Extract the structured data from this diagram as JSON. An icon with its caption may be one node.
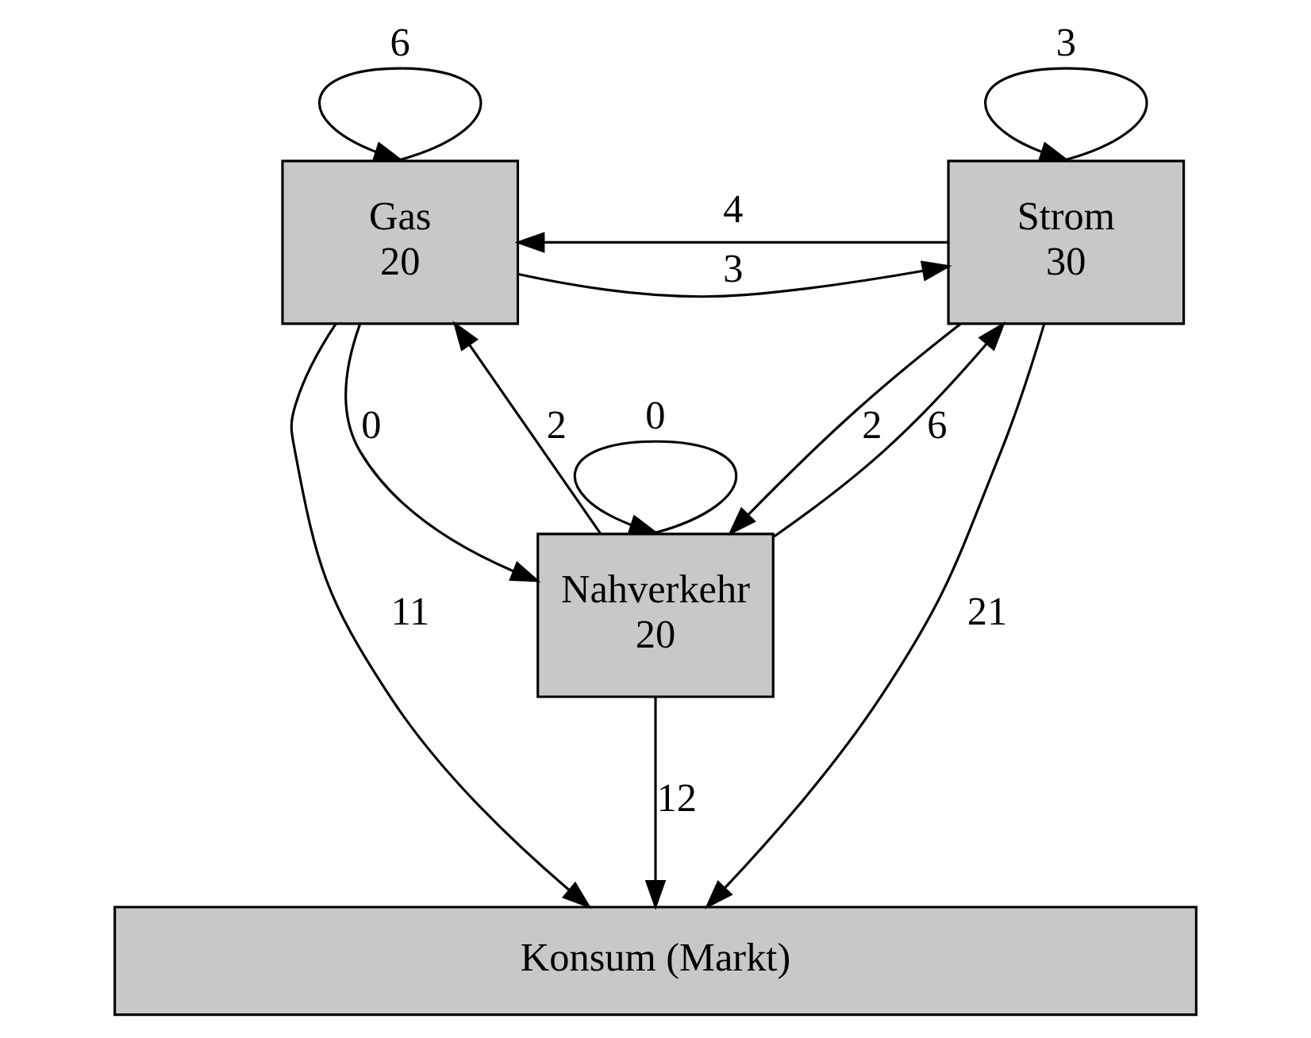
{
  "diagram": {
    "nodes": [
      {
        "text": [
          "Gas",
          "20"
        ]
      },
      {
        "text": [
          "Strom",
          "30"
        ]
      },
      {
        "text": [
          "Nahverkehr",
          "20"
        ]
      },
      {
        "text": [
          "Konsum (Markt)"
        ]
      }
    ],
    "edges": [
      {
        "from": 0,
        "to": 0,
        "label": "6",
        "arrow": "to"
      },
      {
        "from": 1,
        "to": 1,
        "label": "3",
        "arrow": "to"
      },
      {
        "from": 1,
        "to": 0,
        "label": "4",
        "arrow": "to"
      },
      {
        "from": 0,
        "to": 1,
        "label": "3",
        "arrow": "to"
      },
      {
        "from": 0,
        "to": 2,
        "label": "0",
        "arrow": "to"
      },
      {
        "from": 2,
        "to": 0,
        "label": "2",
        "arrow": "to"
      },
      {
        "from": 1,
        "to": 2,
        "label": "2",
        "arrow": "to"
      },
      {
        "from": 2,
        "to": 1,
        "label": "6",
        "arrow": "to"
      },
      {
        "from": 2,
        "to": 2,
        "label": "0",
        "arrow": "to"
      },
      {
        "from": 0,
        "to": 3,
        "label": "11",
        "arrow": "to"
      },
      {
        "from": 2,
        "to": 3,
        "label": "12",
        "arrow": "to"
      },
      {
        "from": 1,
        "to": 3,
        "label": "21",
        "arrow": "to"
      }
    ]
  }
}
